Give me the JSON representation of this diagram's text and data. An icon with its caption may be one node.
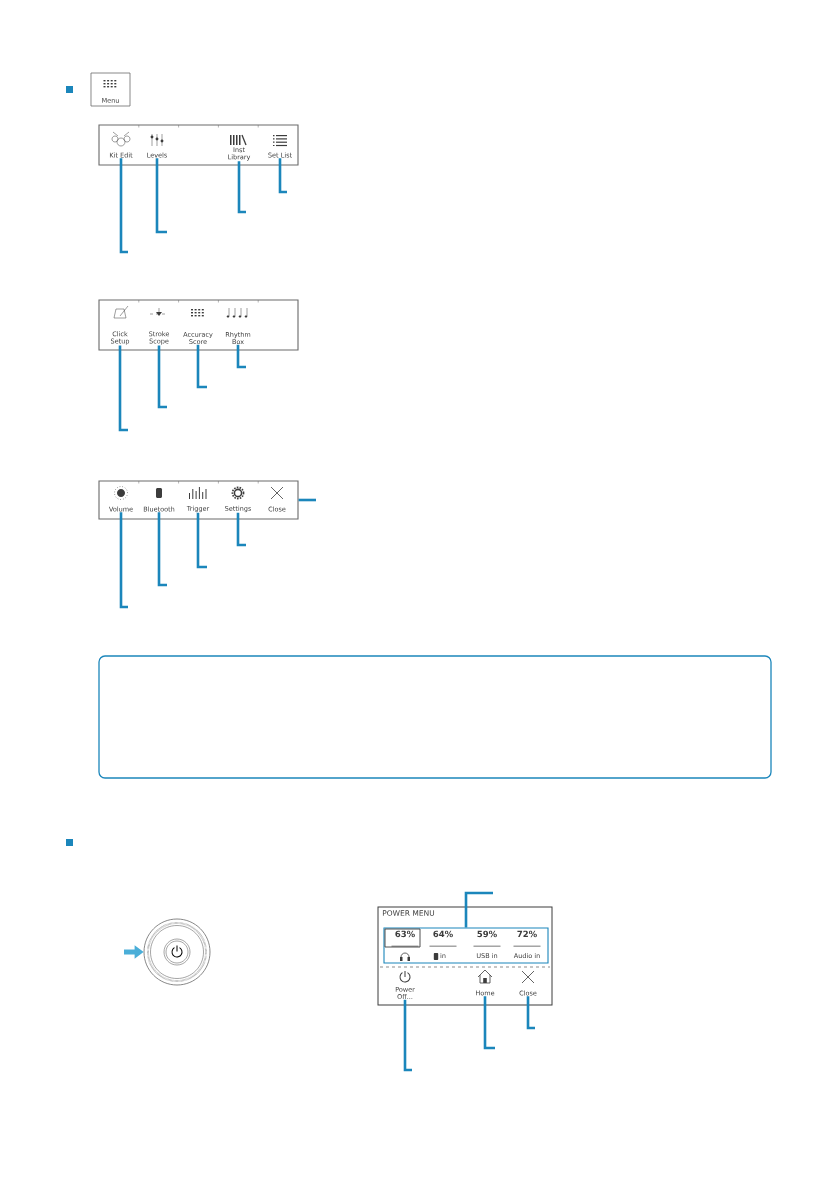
{
  "diagram": {
    "nodes": [
      {
        "text": [
          "Menu"
        ]
      },
      {
        "text": [],
        "shape": "box"
      },
      {
        "text": [
          "Kit Edit"
        ],
        "in": 1
      },
      {
        "text": [
          "Levels"
        ],
        "in": 1
      },
      {
        "text": [
          "Inst Library"
        ],
        "in": 1
      },
      {
        "text": [
          "Set List"
        ],
        "in": 1
      },
      {
        "text": [],
        "shape": "box"
      },
      {
        "text": [
          "Click Setup"
        ],
        "in": 6
      },
      {
        "text": [
          "Stroke Scope"
        ],
        "in": 6
      },
      {
        "text": [
          "Accuracy Score"
        ],
        "in": 6
      },
      {
        "text": [
          "Rhythm Box"
        ],
        "in": 6
      },
      {
        "text": [],
        "shape": "box"
      },
      {
        "text": [
          "Volume"
        ],
        "in": 11
      },
      {
        "text": [
          "Bluetooth"
        ],
        "in": 11
      },
      {
        "text": [
          "Trigger"
        ],
        "in": 11
      },
      {
        "text": [
          "Settings"
        ],
        "in": 11
      },
      {
        "text": [
          "Close"
        ],
        "in": 11
      },
      {
        "text": [],
        "shape": "circle"
      },
      {
        "text": [
          "POWER MENU"
        ]
      },
      {
        "text": [],
        "shape": "box",
        "in": 18
      },
      {
        "text": [
          "63%"
        ],
        "in": 19
      },
      {
        "text": [
          "64%",
          "in"
        ],
        "in": 19
      },
      {
        "text": [
          "59%",
          "USB in"
        ],
        "in": 19
      },
      {
        "text": [
          "72%",
          "Audio in"
        ],
        "in": 19
      },
      {
        "text": [
          "Power Off..."
        ],
        "in": 18
      },
      {
        "text": [
          "Home"
        ],
        "in": 18
      },
      {
        "text": [
          "Close"
        ],
        "in": 18
      }
    ],
    "edges": [
      {
        "from": 2,
        "to": null,
        "arrow": "none"
      },
      {
        "from": 3,
        "to": null,
        "arrow": "none"
      },
      {
        "from": 4,
        "to": null,
        "arrow": "none"
      },
      {
        "from": 5,
        "to": null,
        "arrow": "none"
      },
      {
        "from": 7,
        "to": null,
        "arrow": "none"
      },
      {
        "from": 8,
        "to": null,
        "arrow": "none"
      },
      {
        "from": 9,
        "to": null,
        "arrow": "none"
      },
      {
        "from": 10,
        "to": null,
        "arrow": "none"
      },
      {
        "from": 12,
        "to": null,
        "arrow": "none"
      },
      {
        "from": 13,
        "to": null,
        "arrow": "none"
      },
      {
        "from": 14,
        "to": null,
        "arrow": "none"
      },
      {
        "from": 15,
        "to": null,
        "arrow": "none"
      },
      {
        "from": 11,
        "to": null,
        "arrow": "none"
      },
      {
        "from": null,
        "to": 17,
        "arrow": "to",
        "style": "thick",
        "color": "#4aaed8"
      },
      {
        "from": 19,
        "to": null,
        "arrow": "none"
      },
      {
        "from": 24,
        "to": null,
        "arrow": "none"
      },
      {
        "from": 25,
        "to": null,
        "arrow": "none"
      },
      {
        "from": 26,
        "to": null,
        "arrow": "none"
      }
    ]
  }
}
